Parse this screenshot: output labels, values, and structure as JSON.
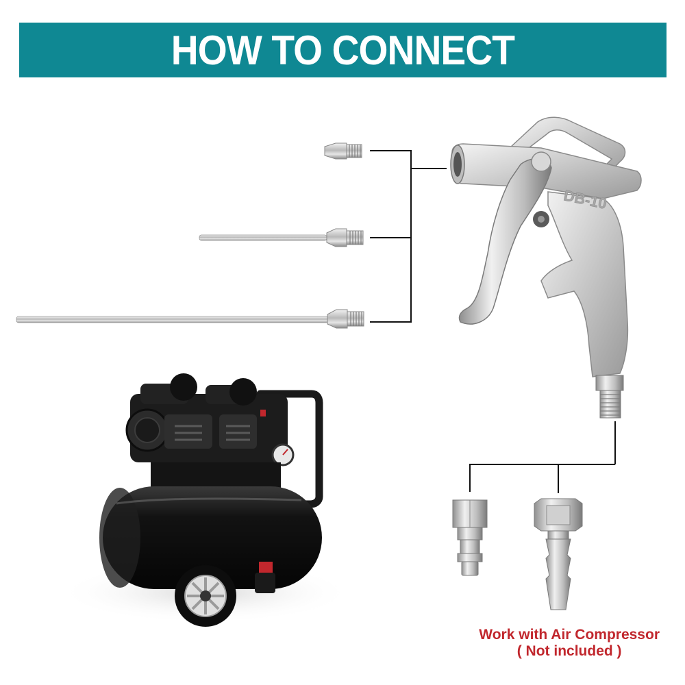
{
  "header": {
    "title": "HOW TO CONNECT",
    "color": "#0f8893"
  },
  "gun": {
    "body_marking": "DB-10"
  },
  "note": {
    "line1": "Work with Air Compressor",
    "line2": "( Not included )",
    "color": "#c1272d"
  },
  "icons": [
    "short-nozzle-icon",
    "medium-nozzle-icon",
    "long-nozzle-icon",
    "air-blow-gun-icon",
    "air-compressor-icon",
    "quick-connector-icon",
    "hose-barb-icon"
  ]
}
